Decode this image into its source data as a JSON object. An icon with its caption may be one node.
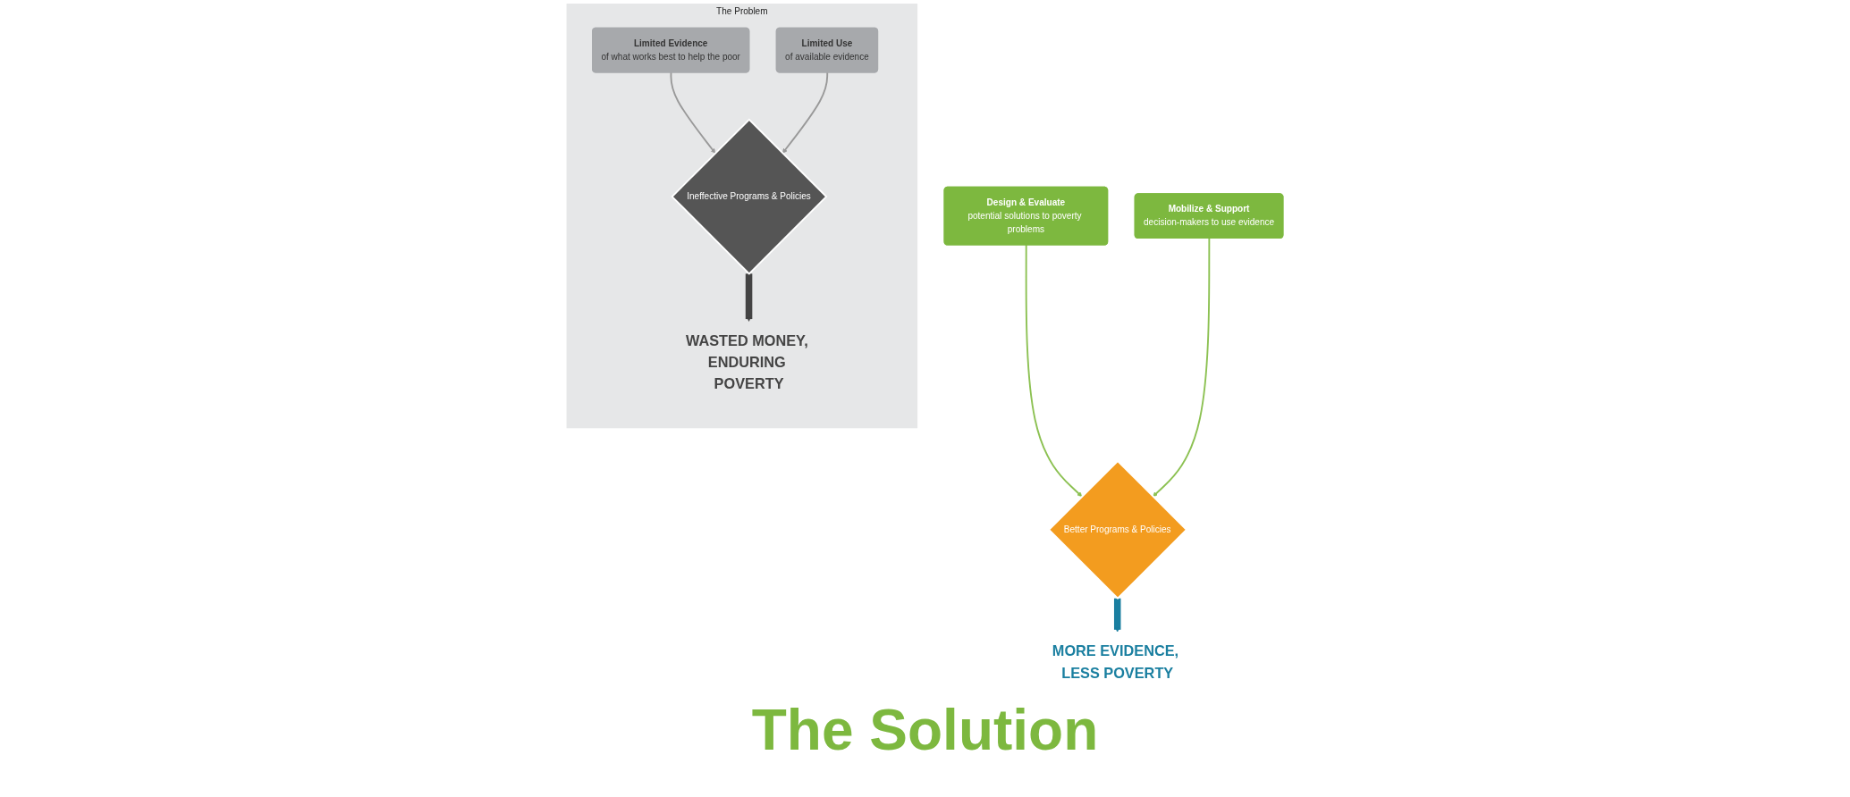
{
  "diagram": {
    "nodes": [
      {
        "text": [
          "The Problem"
        ]
      },
      {
        "text": [
          "Limited Evidence",
          "of what works best to help the poor"
        ],
        "in": 0
      },
      {
        "text": [
          "Limited Use",
          "of available evidence"
        ],
        "in": 0
      },
      {
        "text": [
          "Ineffective Programs & Policies"
        ],
        "in": 0
      },
      {
        "text": [
          "WASTED MONEY, ENDURING POVERTY"
        ],
        "in": 0
      },
      {
        "text": [
          "Design & Evaluate",
          "potential solutions to poverty problems"
        ]
      },
      {
        "text": [
          "Mobilize & Support",
          "decision-makers to use evidence"
        ]
      },
      {
        "text": [
          "Better Programs & Policies"
        ]
      },
      {
        "text": [
          "MORE EVIDENCE, LESS POVERTY"
        ]
      }
    ],
    "edges": [
      {
        "from": 1,
        "to": 3,
        "arrow": "to",
        "color": "#999999"
      },
      {
        "from": 2,
        "to": 3,
        "arrow": "to",
        "color": "#999999"
      },
      {
        "from": 3,
        "to": 4,
        "arrow": "to",
        "style": "thick",
        "color": "#444444"
      },
      {
        "from": 5,
        "to": 7,
        "arrow": "to",
        "color": "#8cc152"
      },
      {
        "from": 6,
        "to": 7,
        "arrow": "to",
        "color": "#8cc152"
      },
      {
        "from": 7,
        "to": 8,
        "arrow": "to",
        "style": "thick",
        "color": "#1a7fa0"
      }
    ],
    "labels": [
      "The Solution"
    ]
  }
}
